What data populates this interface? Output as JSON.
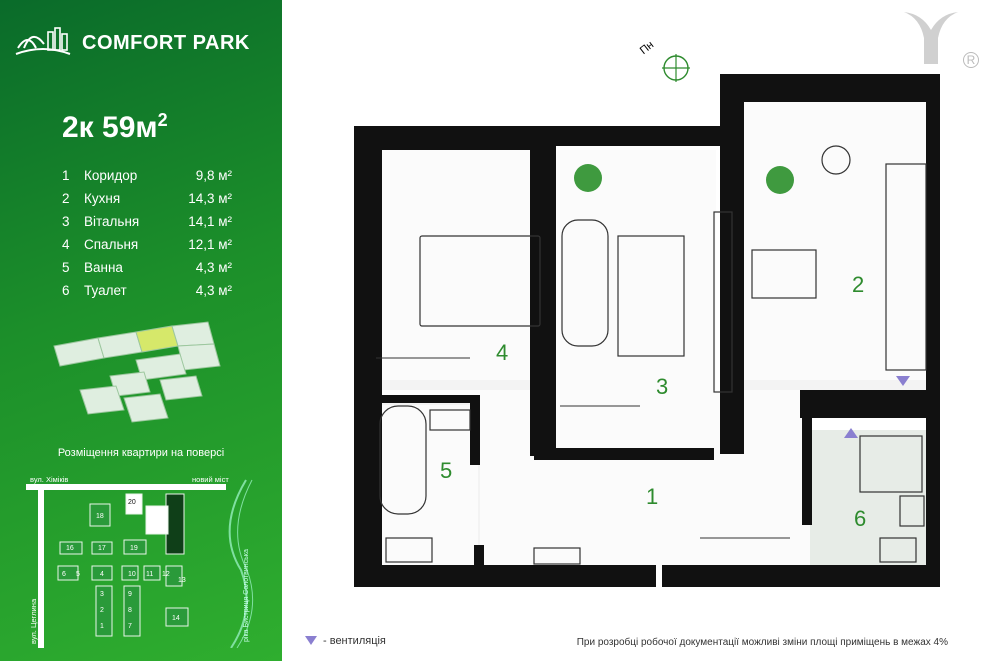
{
  "brand": {
    "name": "COMFORT PARK"
  },
  "apartment": {
    "title": "2к 59м",
    "sup": "2"
  },
  "rooms": [
    {
      "num": "1",
      "name": "Коридор",
      "area": "9,8 м²"
    },
    {
      "num": "2",
      "name": "Кухня",
      "area": "14,3 м²"
    },
    {
      "num": "3",
      "name": "Вітальня",
      "area": "14,1 м²"
    },
    {
      "num": "4",
      "name": "Спальня",
      "area": "12,1 м²"
    },
    {
      "num": "5",
      "name": "Ванна",
      "area": "4,3 м²"
    },
    {
      "num": "6",
      "name": "Туалет",
      "area": "4,3 м²"
    }
  ],
  "placement_caption": "Розміщення квартири на поверсі",
  "map": {
    "street1": "вул. Хіміків",
    "street2": "вул. Цеглина",
    "bridge": "новий міст",
    "river": "ріка Бистриця Солотвинська",
    "buildings": [
      "20",
      "18",
      "16",
      "17",
      "19",
      "6",
      "5",
      "4",
      "10",
      "11",
      "12",
      "13",
      "3",
      "9",
      "2",
      "8",
      "1",
      "7",
      "14"
    ]
  },
  "compass": {
    "label": "Пн"
  },
  "room_labels": [
    "1",
    "2",
    "3",
    "4",
    "5",
    "6"
  ],
  "legend": {
    "text": "- вентиляція"
  },
  "note": "При розробці робочої документації можливі зміни площі приміщень в межах 4%",
  "colors": {
    "green_dark": "#0a6b2a",
    "green_light": "#2fae2f",
    "accent": "#2e8b2e",
    "vent": "#8a7fd0",
    "wall": "#111111"
  }
}
